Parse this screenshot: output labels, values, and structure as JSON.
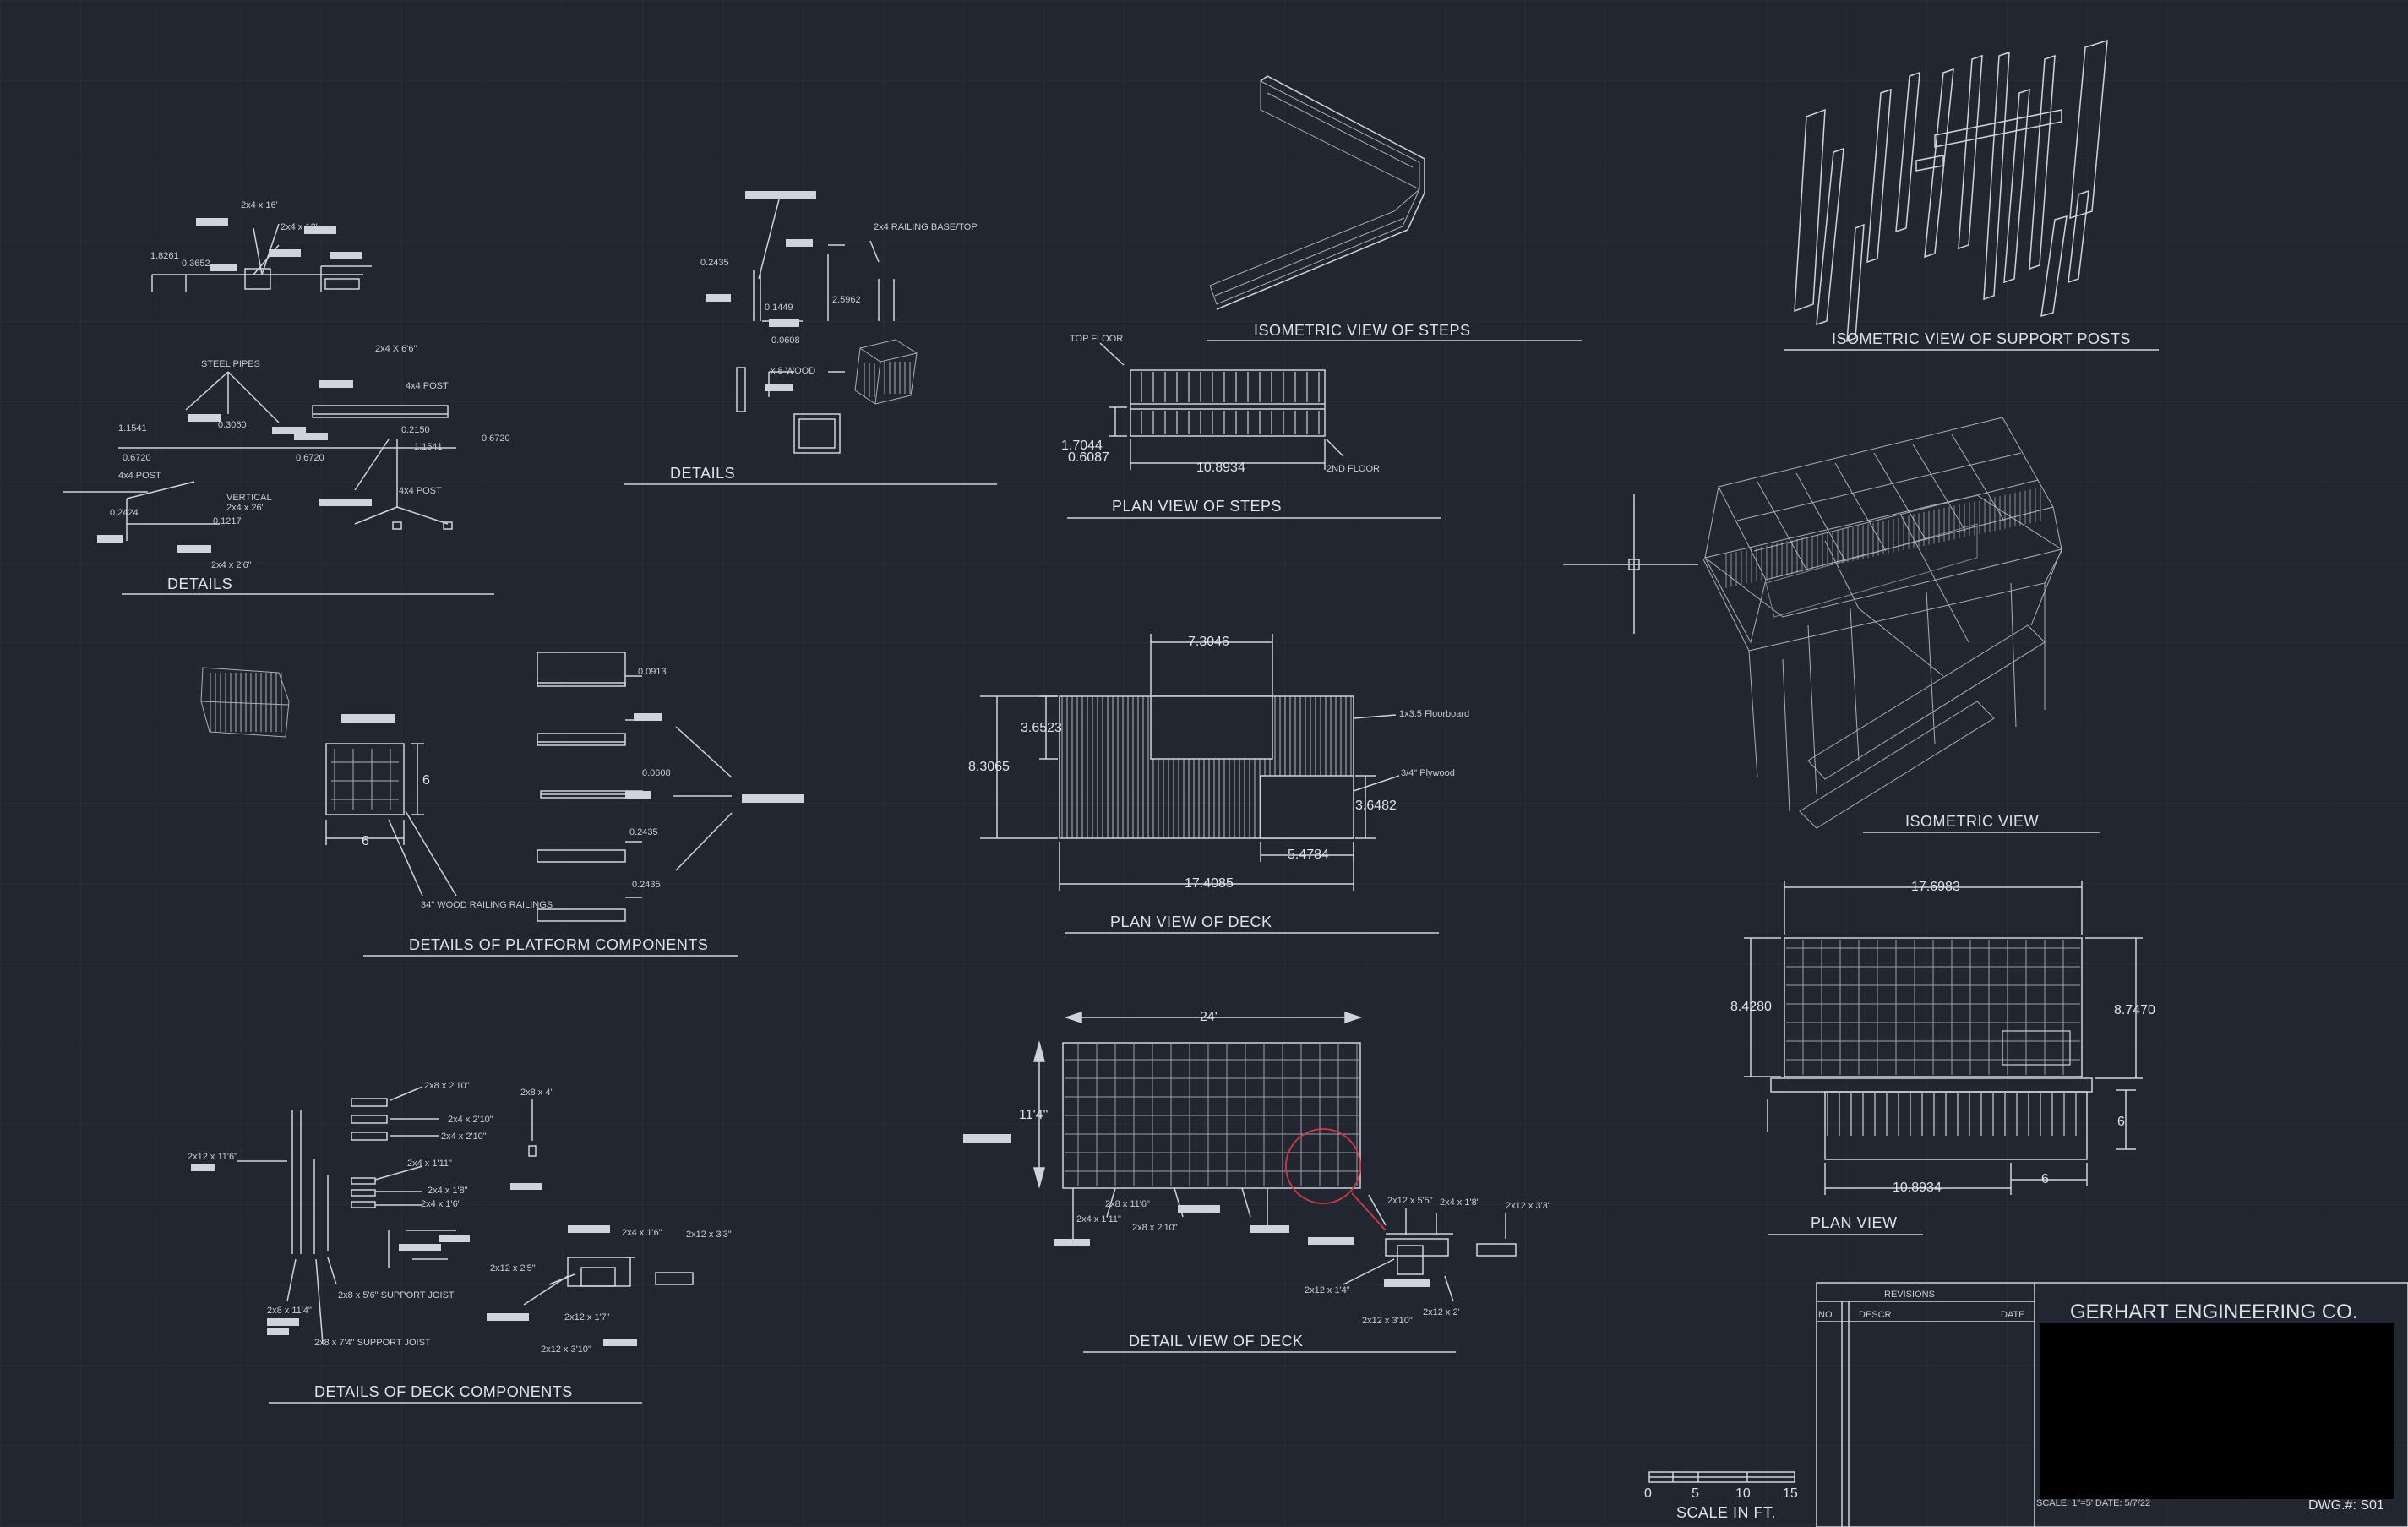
{
  "titles": {
    "details_1": "DETAILS",
    "details_2": "DETAILS",
    "iso_steps": "ISOMETRIC VIEW OF STEPS",
    "iso_posts": "ISOMETRIC VIEW OF SUPPORT POSTS",
    "plan_steps": "PLAN VIEW OF STEPS",
    "platform": "DETAILS OF PLATFORM COMPONENTS",
    "plan_deck": "PLAN VIEW OF DECK",
    "iso_view": "ISOMETRIC VIEW",
    "plan_view": "PLAN VIEW",
    "deck_components": "DETAILS OF DECK COMPONENTS",
    "detail_deck": "DETAIL VIEW OF DECK"
  },
  "labels": {
    "steel_pipes": "STEEL PIPES",
    "post_4x4_a": "4x4 POST",
    "post_4x4_b": "4x4 POST",
    "post_4x4_c": "4x4 POST",
    "vertical": "VERTICAL",
    "railing_base": "2x4 RAILING BASE/TOP",
    "top_floor": "TOP FLOOR",
    "second_floor": "2ND FLOOR",
    "floorboard": "1x3.5 Floorboard",
    "plywood": "3/4\" Plywood",
    "wood_railing": "34\" WOOD RAILING RAILINGS",
    "support_joist_a": "2x8 x 5'6\" SUPPORT JOIST",
    "support_joist_b": "2x8 x 7'4\" SUPPORT JOIST",
    "d_2x4_16": "2x4 x 16'",
    "d_2x4_12": "2x4 x 12'",
    "d_2x4_x6": "2x4 X 6'6\"",
    "d_2x4_26": "2x4 x 26\"",
    "d_2x4_26b": "2x4 x 2'6\"",
    "wood": "x 8 WOOD",
    "d_2x8_210": "2x8 x 2'10\"",
    "d_2x4_210": "2x4 x 2'10\"",
    "d_2x4_210b": "2x4 x 2'10\"",
    "d_2x8_4": "2x8 x 4\"",
    "d_2x4_11": "2x4 x 1'11\"",
    "d_2x4_18": "2x4 x 1'8\"",
    "d_2x4_16b": "2x4 x 1'6\"",
    "d_2x12_116": "2x12 x 11'6\"",
    "d_2x8_114": "2x8 x 11'4\"",
    "d_2x4_16c": "2x4 x 1'6\"",
    "d_2x12_33": "2x12 x 3'3\"",
    "d_2x12_25": "2x12 x 2'5\"",
    "d_2x12_17": "2x12 x 1'7\"",
    "d_2x12_310": "2x12 x 3'10\"",
    "dv_2x8_11": "2x8 x 11'6\"",
    "dv_2x4_11": "2x4 x 1'11\"",
    "dv_2x8_210": "2x8 x 2'10\"",
    "dv_2x12_55": "2x12 x 5'5\"",
    "dv_2x4_18": "2x4 x 1'8\"",
    "dv_2x12_33": "2x12 x 3'3\"",
    "dv_2x12_14": "2x12 x 1'4\"",
    "dv_2x12_310": "2x12 x 3'10\"",
    "dv_2x12_2": "2x12 x 2'"
  },
  "dims": {
    "d1_a": "1.8261",
    "d1_b": "0.3652",
    "d1_c": "1.1541",
    "d1_d": "0.3060",
    "d1_e": "0.6720",
    "d1_f": "0.2150",
    "d1_g": "1.1541",
    "d1_h": "0.6720",
    "d1_i": "0.6720",
    "d1_j": "0.2424",
    "d1_k": "0.1217",
    "d2_a": "0.2435",
    "d2_b": "0.1449",
    "d2_c": "2.5962",
    "d2_d": "0.0608",
    "st_a": "1.7044",
    "st_b": "0.6087",
    "st_c": "10.8934",
    "pd_a": "7.3046",
    "pd_b": "3.6523",
    "pd_c": "8.3065",
    "pd_d": "3.6482",
    "pd_e": "5.4784",
    "pd_f": "17.4085",
    "pv_a": "17.6983",
    "pv_b": "8.4280",
    "pv_c": "8.7470",
    "pv_d": "10.8934",
    "pv_e": "6",
    "pv_f": "6",
    "pf_a": "6",
    "pf_b": "6",
    "pf_c": "0.0913",
    "pf_d": "0.0608",
    "pf_e": "0.2435",
    "pf_f": "0.2435",
    "dd_a": "24'",
    "dd_b": "11'4\""
  },
  "title_block": {
    "company": "GERHART ENGINEERING CO.",
    "revisions": "REVISIONS",
    "col_no": "NO.",
    "col_descr": "DESCR",
    "col_date": "DATE",
    "dwg_no": "DWG.#: S01",
    "scale_note": "SCALE: 1\"=5' DATE: 5/7/22"
  },
  "scale_bar": {
    "ticks": [
      "0",
      "5",
      "10",
      "15"
    ],
    "label": "SCALE IN FT."
  },
  "colors": {
    "background": "#212630",
    "lines": "#cfd4dc",
    "grid": "#2d3440",
    "highlight": "#d33a3a"
  }
}
